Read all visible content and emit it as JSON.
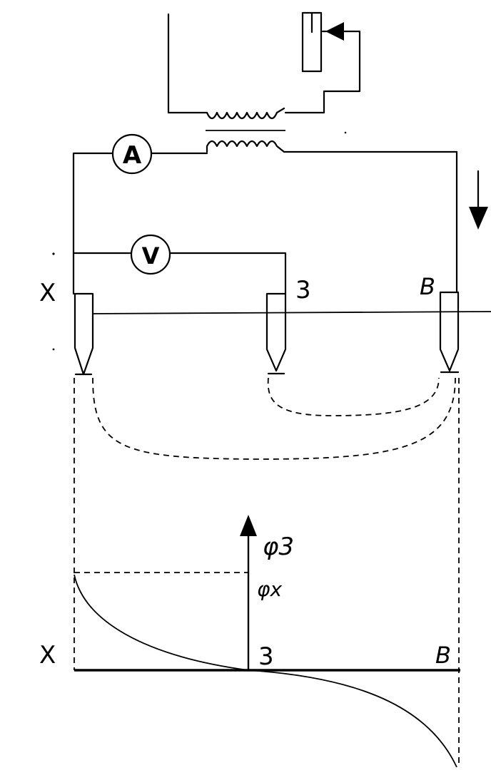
{
  "circuit": {
    "ammeter_symbol": "A",
    "voltmeter_symbol": "V",
    "electrode_labels": {
      "x": "X",
      "z": "3",
      "b": "B"
    }
  },
  "graph": {
    "y_axis_label": "φ3",
    "y_value_label": "φx",
    "x_axis_labels": {
      "x": "X",
      "z": "3",
      "b": "B"
    }
  }
}
